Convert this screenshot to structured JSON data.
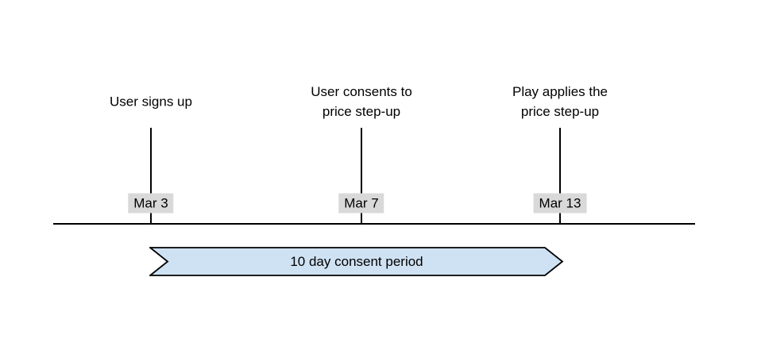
{
  "diagram": {
    "type": "timeline",
    "events": [
      {
        "label": "User signs up",
        "date": "Mar 3"
      },
      {
        "label": "User consents to\nprice step-up",
        "date": "Mar 7"
      },
      {
        "label": "Play applies the\nprice step-up",
        "date": "Mar 13"
      }
    ],
    "period_banner": {
      "label": "10 day consent period",
      "spans": {
        "from_date": "Mar 3",
        "to_date": "Mar 13"
      }
    },
    "colors": {
      "banner_fill": "#cfe2f3",
      "banner_border": "#000000",
      "date_label_bg": "#d9d9d9",
      "line": "#000000",
      "text": "#000000"
    }
  }
}
